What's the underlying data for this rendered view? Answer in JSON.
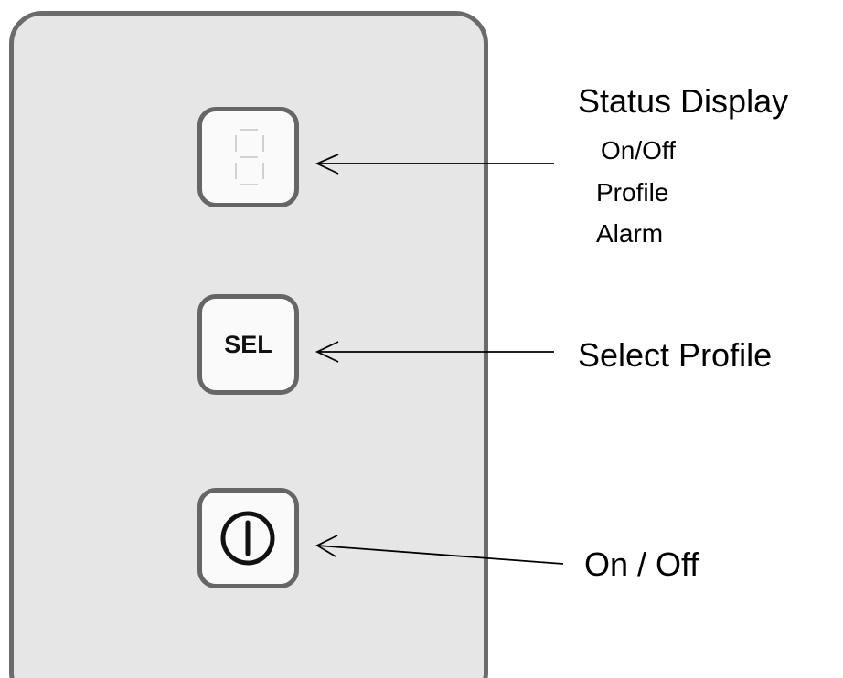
{
  "controls": {
    "sel_button_label": "SEL",
    "display_icon": "seven-segment-display-icon",
    "power_icon": "power-icon"
  },
  "callouts": {
    "status_display": {
      "title": "Status Display",
      "items": [
        "On/Off",
        "Profile",
        "Alarm"
      ]
    },
    "select_profile": "Select Profile",
    "on_off": "On / Off"
  },
  "colors": {
    "panel_fill": "#e6e6e6",
    "panel_border": "#6b6b6b",
    "button_fill": "#fafafa",
    "button_border": "#666666",
    "segment_outline": "#bbbbbb",
    "text": "#000000"
  }
}
